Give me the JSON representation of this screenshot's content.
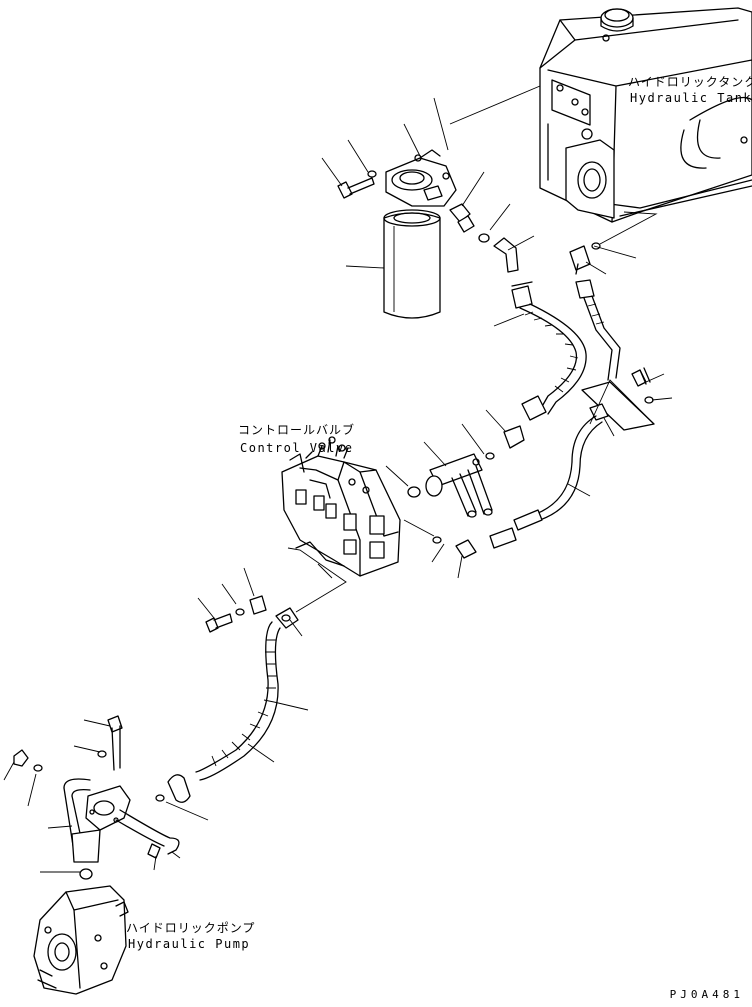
{
  "labels": {
    "hydraulic_tank_jp": "ハイドロリックタンク",
    "hydraulic_tank_en": "Hydraulic Tank",
    "control_valve_jp": "コントロールバルブ",
    "control_valve_en": "Control Valve",
    "hydraulic_pump_jp": "ハイドロリックポンプ",
    "hydraulic_pump_en": "Hydraulic Pump"
  },
  "drawing_code": "PJ0A481"
}
